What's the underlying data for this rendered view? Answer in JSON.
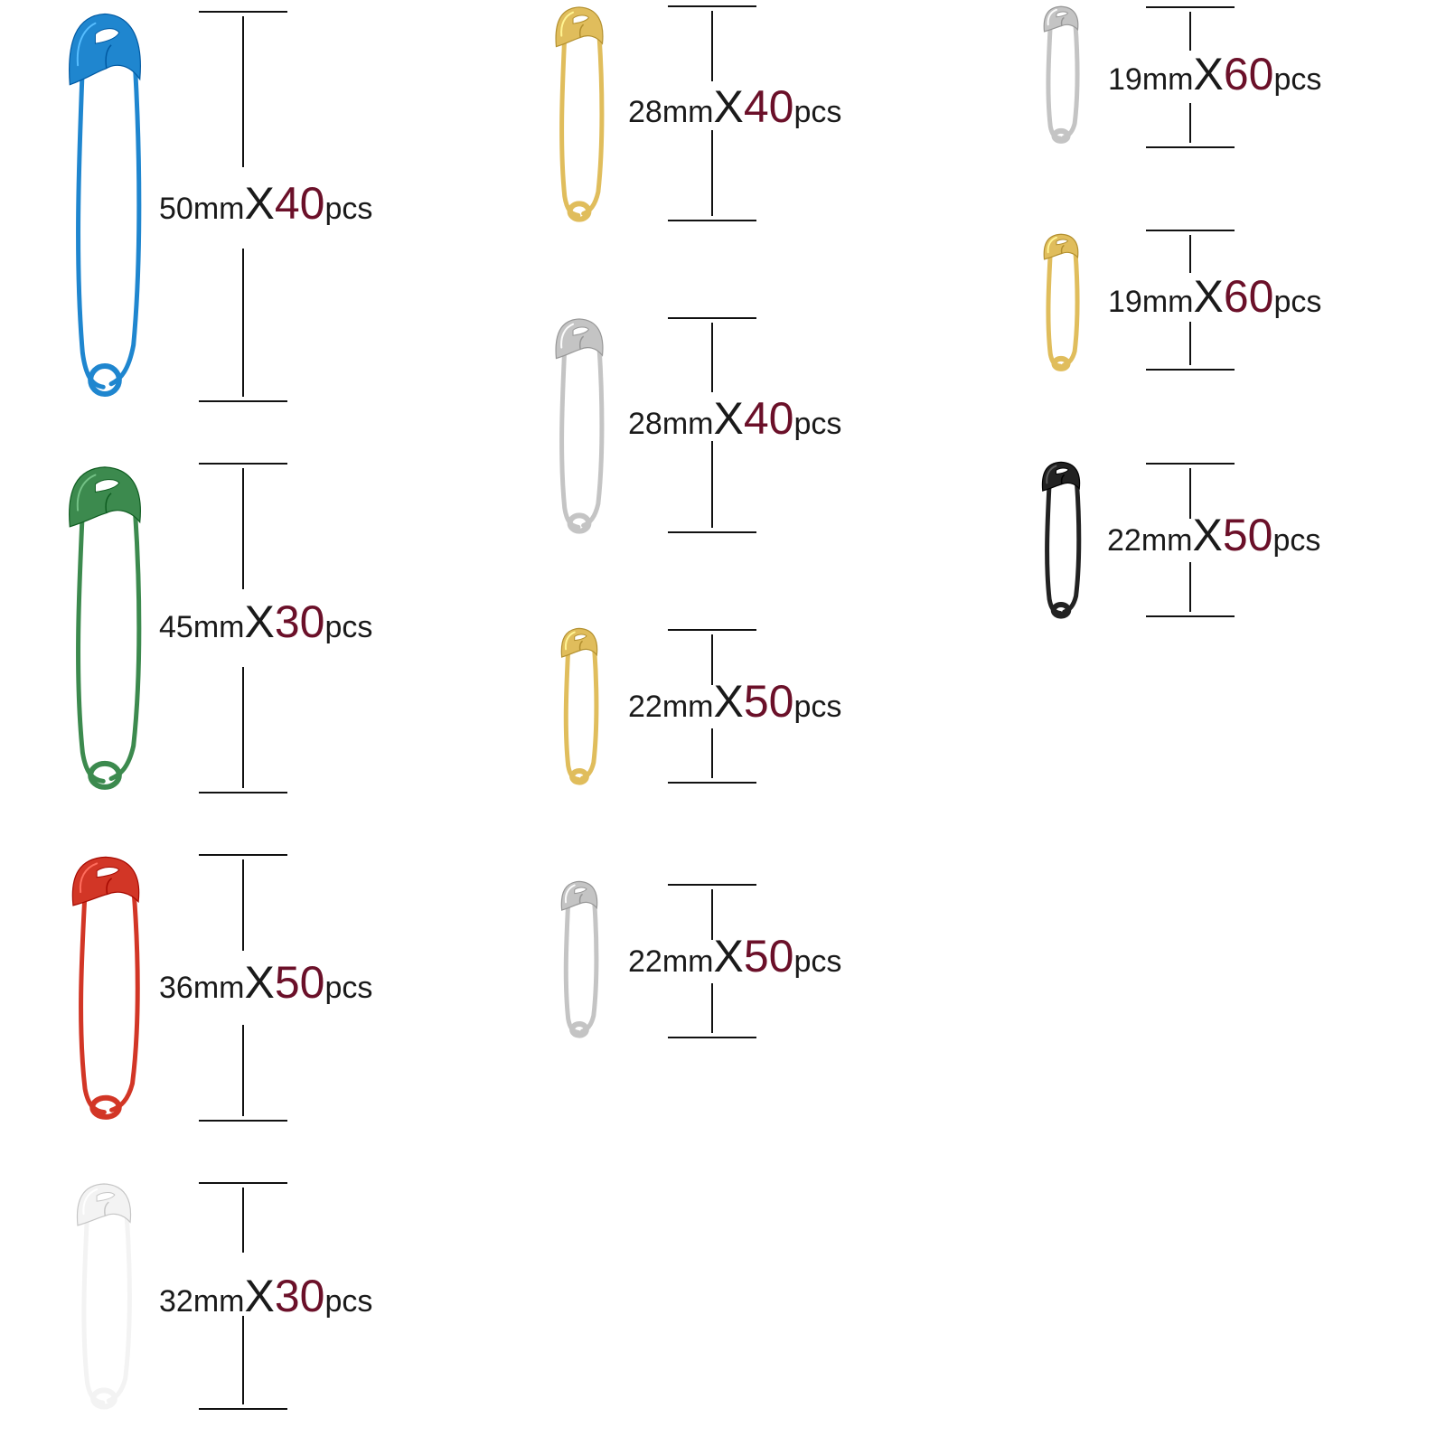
{
  "colors": {
    "blue": "#1f86cf",
    "green": "#3c8a4e",
    "red": "#d23626",
    "white": "#f3f3f3",
    "gold": "#e0bd5c",
    "silver": "#c4c4c4",
    "black": "#222222",
    "quantity_text": "#6b1029"
  },
  "pins": [
    {
      "id": "pin-blue-50",
      "color_key": "blue",
      "icon": "blue-safety-pin-icon",
      "size": "50mm",
      "x": "X",
      "qty": "40",
      "pcs": "pcs"
    },
    {
      "id": "pin-green-45",
      "color_key": "green",
      "icon": "green-safety-pin-icon",
      "size": "45mm",
      "x": "X",
      "qty": "30",
      "pcs": "pcs"
    },
    {
      "id": "pin-red-36",
      "color_key": "red",
      "icon": "red-safety-pin-icon",
      "size": "36mm",
      "x": "X",
      "qty": "50",
      "pcs": "pcs"
    },
    {
      "id": "pin-white-32",
      "color_key": "white",
      "icon": "white-safety-pin-icon",
      "size": "32mm",
      "x": "X",
      "qty": "30",
      "pcs": "pcs"
    },
    {
      "id": "pin-gold-28",
      "color_key": "gold",
      "icon": "gold-safety-pin-icon",
      "size": "28mm",
      "x": "X",
      "qty": "40",
      "pcs": "pcs"
    },
    {
      "id": "pin-silver-28",
      "color_key": "silver",
      "icon": "silver-safety-pin-icon",
      "size": "28mm",
      "x": "X",
      "qty": "40",
      "pcs": "pcs"
    },
    {
      "id": "pin-gold-22",
      "color_key": "gold",
      "icon": "gold-safety-pin-icon",
      "size": "22mm",
      "x": "X",
      "qty": "50",
      "pcs": "pcs"
    },
    {
      "id": "pin-silver-22",
      "color_key": "silver",
      "icon": "silver-safety-pin-icon",
      "size": "22mm",
      "x": "X",
      "qty": "50",
      "pcs": "pcs"
    },
    {
      "id": "pin-silver-19",
      "color_key": "silver",
      "icon": "silver-safety-pin-icon",
      "size": "19mm",
      "x": "X",
      "qty": "60",
      "pcs": "pcs"
    },
    {
      "id": "pin-gold-19",
      "color_key": "gold",
      "icon": "gold-safety-pin-icon",
      "size": "19mm",
      "x": "X",
      "qty": "60",
      "pcs": "pcs"
    },
    {
      "id": "pin-black-22",
      "color_key": "black",
      "icon": "black-safety-pin-icon",
      "size": "22mm",
      "x": "X",
      "qty": "50",
      "pcs": "pcs"
    }
  ]
}
